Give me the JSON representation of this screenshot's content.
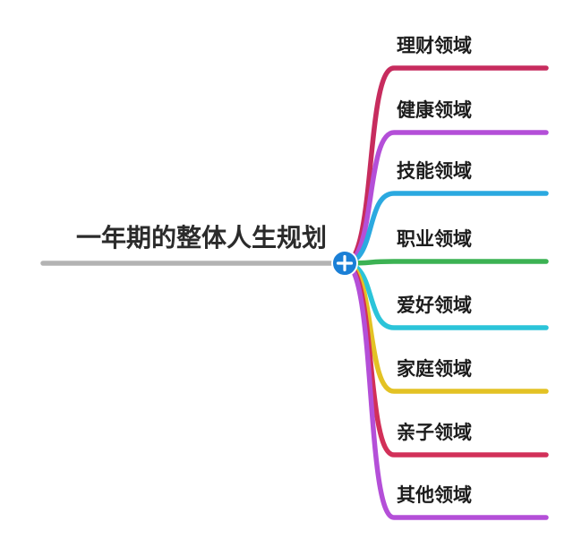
{
  "diagram": {
    "type": "mindmap",
    "root": {
      "label": "一年期的整体人生规划",
      "line_color": "#b3b3b3"
    },
    "center_node": {
      "icon": "plus-icon",
      "color": "#1a7fd6",
      "glyph_color": "#ffffff"
    },
    "branches": [
      {
        "label": "理财领域",
        "color": "#c72c5e"
      },
      {
        "label": "健康领域",
        "color": "#b44fd8"
      },
      {
        "label": "技能领域",
        "color": "#2ba9e0"
      },
      {
        "label": "职业领域",
        "color": "#3cb253"
      },
      {
        "label": "爱好领域",
        "color": "#2bc4d9"
      },
      {
        "label": "家庭领域",
        "color": "#e3c224"
      },
      {
        "label": "亲子领域",
        "color": "#d23059"
      },
      {
        "label": "其他领域",
        "color": "#b44fd8"
      }
    ]
  }
}
